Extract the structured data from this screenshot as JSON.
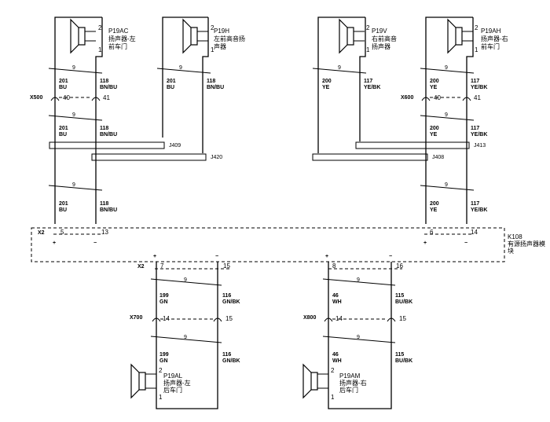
{
  "speakers": [
    {
      "id": "P19AC",
      "name": "扬声器-左",
      "name2": "前车门",
      "pin_a": "2",
      "pin_b": "1"
    },
    {
      "id": "P19H",
      "name": "左前高音扬",
      "name2": "声器",
      "pin_a": "2",
      "pin_b": "1"
    },
    {
      "id": "P19V",
      "name": "右前高音",
      "name2": "扬声器",
      "pin_a": "2",
      "pin_b": "1"
    },
    {
      "id": "P19AH",
      "name": "扬声器-右",
      "name2": "前车门",
      "pin_a": "2",
      "pin_b": "1"
    },
    {
      "id": "P19AL",
      "name": "扬声器-左",
      "name2": "后车门",
      "pin_a": "2",
      "pin_b": "1"
    },
    {
      "id": "P19AM",
      "name": "扬声器-右",
      "name2": "后车门",
      "pin_a": "2",
      "pin_b": "1"
    }
  ],
  "wires": {
    "twist_label": "9",
    "w201": "201",
    "w118": "118",
    "w200": "200",
    "w117": "117",
    "w199": "199",
    "w116": "116",
    "w46": "46",
    "w115": "115",
    "bu": "BU",
    "bn_bu": "BN/BU",
    "ye": "YE",
    "ye_bk": "YE/BK",
    "gn": "GN",
    "gn_bk": "GN/BK",
    "wh": "WH",
    "bu_bk": "BU/BK"
  },
  "connectors": {
    "x500": {
      "name": "X500",
      "p1": "40",
      "p2": "41"
    },
    "x600": {
      "name": "X600",
      "p1": "40",
      "p2": "41"
    },
    "x700": {
      "name": "X700",
      "p1": "14",
      "p2": "15"
    },
    "x800": {
      "name": "X800",
      "p1": "14",
      "p2": "15"
    }
  },
  "splices": {
    "j409": "J409",
    "j420": "J420",
    "j408": "J408",
    "j413": "J413"
  },
  "module": {
    "id": "K108",
    "name": "有源扬声器模",
    "name2": "块",
    "x2_top": "X2",
    "x2_bottom": "X2",
    "pins_top": [
      "5",
      "13",
      "6",
      "14"
    ],
    "pins_bottom": [
      "7",
      "15",
      "8",
      "16"
    ],
    "plus": "+",
    "minus": "−"
  }
}
